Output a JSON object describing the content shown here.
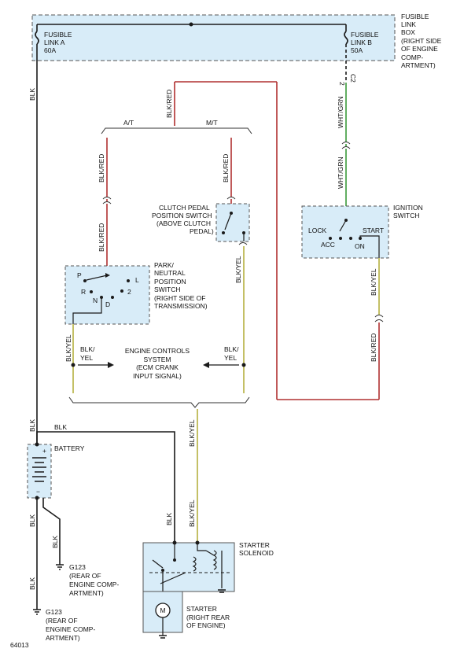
{
  "fusible_link_box": {
    "title_lines": [
      "FUSIBLE",
      "LINK",
      "BOX",
      "(RIGHT SIDE",
      "OF ENGINE",
      "COMP-",
      "ARTMENT)"
    ],
    "link_a": [
      "FUSIBLE",
      "LINK A",
      "60A"
    ],
    "link_b": [
      "FUSIBLE",
      "LINK B",
      "50A"
    ]
  },
  "connector": {
    "pin": "2",
    "id": "C2"
  },
  "wires": {
    "blk": "BLK",
    "blk_red": "BLK/RED",
    "blk_yel": "BLK/YEL",
    "wht_grn": "WHT/GRN",
    "blk_yel_two_line": [
      "BLK/",
      "YEL"
    ]
  },
  "colors": {
    "black": "#1a1a1a",
    "red": "#b03030",
    "yellow": "#b5b040",
    "green": "#3a9a3a",
    "component_fill": "#d8ecf8",
    "component_border": "#555555"
  },
  "branch": {
    "at": "A/T",
    "mt": "M/T"
  },
  "clutch_switch": [
    "CLUTCH PEDAL",
    "POSITION SWITCH",
    "(ABOVE CLUTCH",
    "PEDAL)"
  ],
  "ignition_switch": {
    "title_lines": [
      "IGNITION",
      "SWITCH"
    ],
    "positions": {
      "lock": "LOCK",
      "acc": "ACC",
      "on": "ON",
      "start": "START"
    }
  },
  "pn_switch": {
    "title_lines": [
      "PARK/",
      "NEUTRAL",
      "POSITION",
      "SWITCH",
      "(RIGHT SIDE OF",
      "TRANSMISSION)"
    ],
    "gears": {
      "p": "P",
      "r": "R",
      "n": "N",
      "d": "D",
      "l": "L",
      "two": "2"
    }
  },
  "ecm": [
    "ENGINE CONTROLS",
    "SYSTEM",
    "(ECM CRANK",
    "INPUT SIGNAL)"
  ],
  "battery": {
    "label": "BATTERY",
    "plus": "+",
    "minus": "−"
  },
  "grounds": {
    "g1": [
      "G123",
      "(REAR OF",
      "ENGINE COMP-",
      "ARTMENT)"
    ],
    "g2": [
      "G123",
      "(REAR OF",
      "ENGINE COMP-",
      "ARTMENT)"
    ]
  },
  "starter_solenoid": [
    "STARTER",
    "SOLENOID"
  ],
  "starter": {
    "lines": [
      "STARTER",
      "(RIGHT REAR",
      "OF ENGINE)"
    ],
    "motor": "M"
  },
  "figure_id": "64013"
}
